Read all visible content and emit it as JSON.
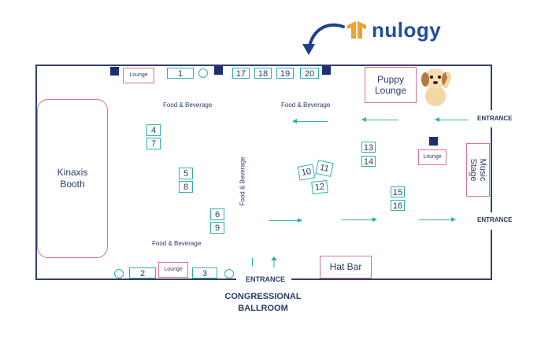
{
  "brand": {
    "name": "nulogy",
    "accent": "#f0a030",
    "text_color": "#1e4e9e"
  },
  "floor": {
    "booths": [
      "1",
      "2",
      "3",
      "4",
      "5",
      "6",
      "7",
      "8",
      "9",
      "10",
      "11",
      "12",
      "13",
      "14",
      "15",
      "16",
      "17",
      "18",
      "19",
      "20"
    ],
    "kinaxis_label": "Kinaxis Booth",
    "puppy_lounge_label": "Puppy Lounge",
    "music_stage_label": "Music Stage",
    "hat_bar_label": "Hat Bar",
    "lounge_label": "Lounge",
    "food_beverage_label": "Food & Beverage",
    "entrance_label": "ENTRANCE",
    "ballroom_label": "CONGRESSIONAL BALLROOM"
  },
  "colors": {
    "wall": "#33406e",
    "booth_border": "#2bb3a8",
    "lounge_border": "#e36d8e",
    "marker": "#1e2e6e"
  }
}
